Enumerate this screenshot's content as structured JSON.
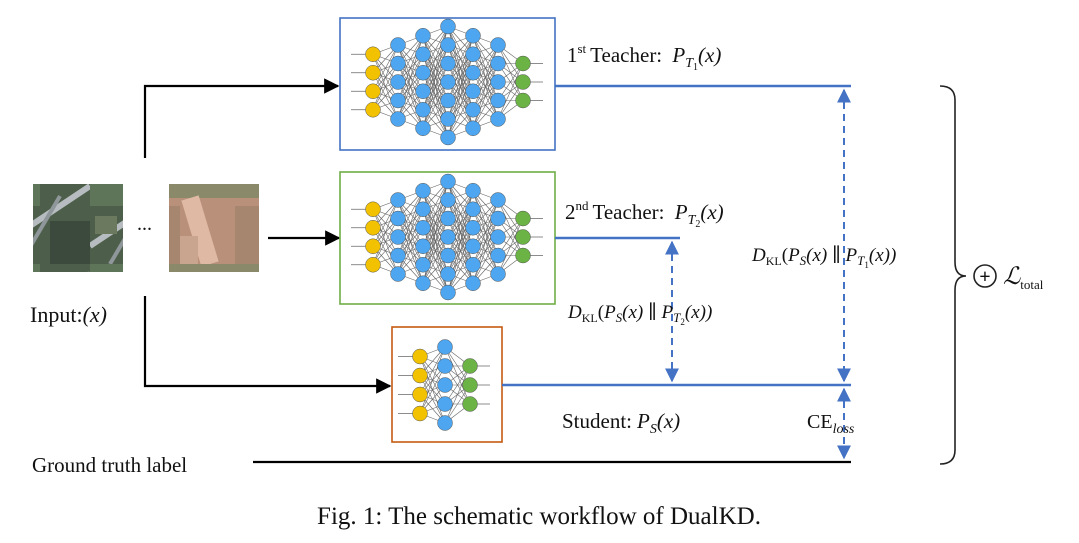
{
  "input_label": "Input:",
  "input_var": "(x)",
  "ellipsis": "...",
  "teacher1": {
    "ordinal": "1",
    "ordinal_sup": "st",
    "label": "Teacher:",
    "P": "P",
    "T": "T",
    "sub": "1",
    "arg": "(x)"
  },
  "teacher2": {
    "ordinal": "2",
    "ordinal_sup": "nd",
    "label": "Teacher:",
    "P": "P",
    "T": "T",
    "sub": "2",
    "arg": "(x)"
  },
  "student": {
    "label": "Student:",
    "P": "P",
    "S": "S",
    "arg": "(x)"
  },
  "kl_teacher1": {
    "D": "D",
    "KL": "KL",
    "open": "(",
    "P": "P",
    "S": "S",
    "mid": "(x) ∥ ",
    "P2": "P",
    "T": "T",
    "sub": "1",
    "close": "(x))"
  },
  "kl_teacher2": {
    "D": "D",
    "KL": "KL",
    "open": "(",
    "P": "P",
    "S": "S",
    "mid": "(x) ∥ ",
    "P2": "P",
    "T": "T",
    "sub": "2",
    "close": "(x))"
  },
  "ce": {
    "main": "CE",
    "sub": "loss"
  },
  "ground_truth": "Ground truth label",
  "total": {
    "plus": "+",
    "L": "ℒ",
    "sub": "total"
  },
  "caption": "Fig. 1: The schematic workflow of DualKD.",
  "colors": {
    "blue_line": "#4472c4",
    "teacher1_border": "#4472c4",
    "teacher2_border": "#70ad47",
    "student_border": "#c55a11",
    "node_input": "#f2c200",
    "node_hidden": "#4da6ef",
    "node_output": "#6ab344"
  }
}
